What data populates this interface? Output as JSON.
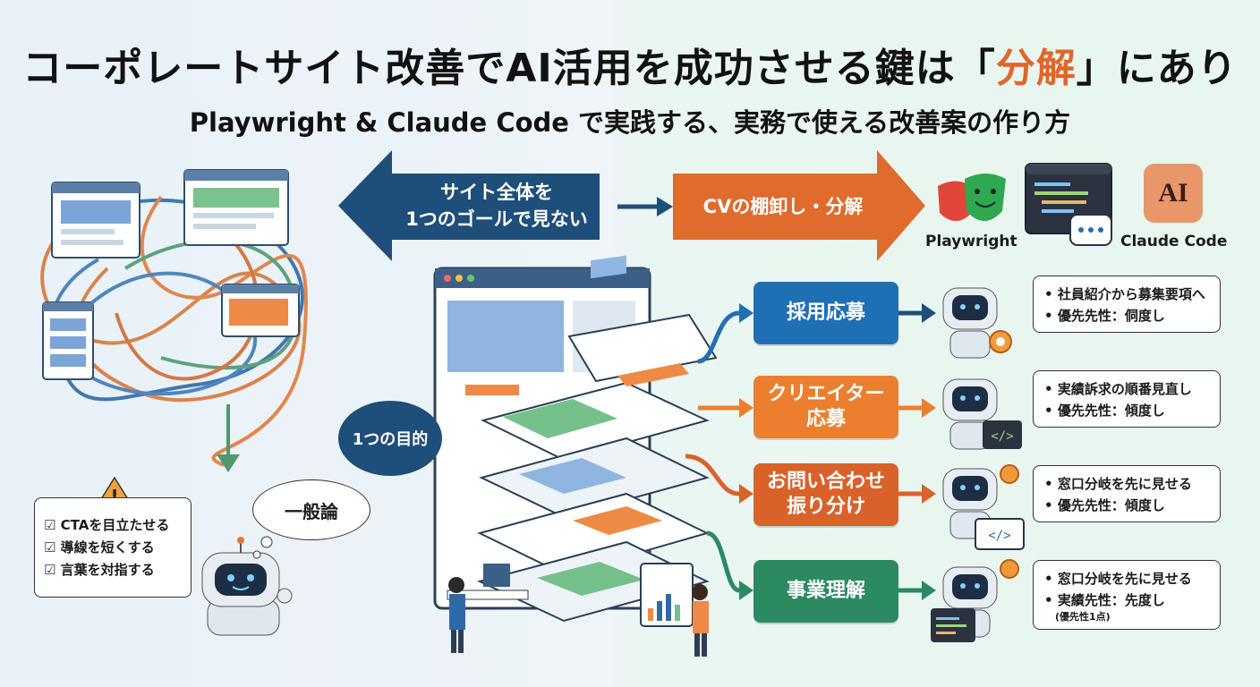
{
  "header": {
    "title_main": "コーポレートサイト改善でAI活用を成功させる鍵は「",
    "title_highlight": "分解",
    "title_end": "」にあり",
    "subtitle": "Playwright & Claude Code で実践する、実務で使える改善案の作り方"
  },
  "arrows": {
    "left_label": "サイト全体を\n1つのゴールで見ない",
    "right_label": "CVの棚卸し・分解"
  },
  "tools": {
    "playwright_label": "Playwright",
    "claude_label": "Claude Code",
    "claude_logo_text": "AI"
  },
  "left_panel": {
    "bubble_text": "一般論",
    "checklist": [
      "CTAを目立たせる",
      "導線を短くする",
      "言葉を対指する"
    ]
  },
  "center": {
    "purpose_label": "1つの目的"
  },
  "goals": [
    {
      "label": "採用応募",
      "color": "#1f6fb5"
    },
    {
      "label": "クリエイター\n応募",
      "color": "#ec7f2f"
    },
    {
      "label": "お問い合わせ\n振り分け",
      "color": "#d9622b"
    },
    {
      "label": "事業理解",
      "color": "#2b8a62"
    }
  ],
  "notes": [
    {
      "items": [
        "社員紹介から募集要項へ",
        "優先先性：侗度し"
      ]
    },
    {
      "items": [
        "実績訴求の順番見直し",
        "優先先性：傾度し"
      ]
    },
    {
      "items": [
        "窓口分岐を先に見せる",
        "優先先性：傾度し"
      ]
    },
    {
      "items": [
        "窓口分岐を先に見せる",
        "実績先性：先度し"
      ],
      "small": "(優先性1点)"
    }
  ],
  "colors": {
    "navy": "#1e4e7a",
    "orange": "#e0662a",
    "blue": "#1f6fb5",
    "green": "#2b8a62"
  }
}
